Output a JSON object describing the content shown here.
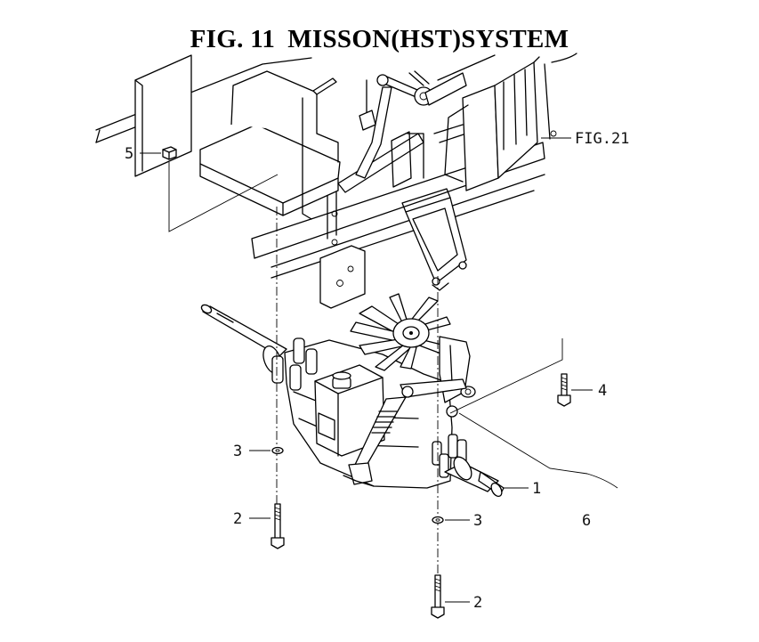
{
  "title": {
    "fig": "FIG. 11",
    "name": "MISSON(HST)SYSTEM"
  },
  "callouts": {
    "c1": "1",
    "c2a": "2",
    "c2b": "2",
    "c3a": "3",
    "c3b": "3",
    "c4": "4",
    "c5": "5",
    "c6": "6",
    "fig21": "FIG.21"
  }
}
